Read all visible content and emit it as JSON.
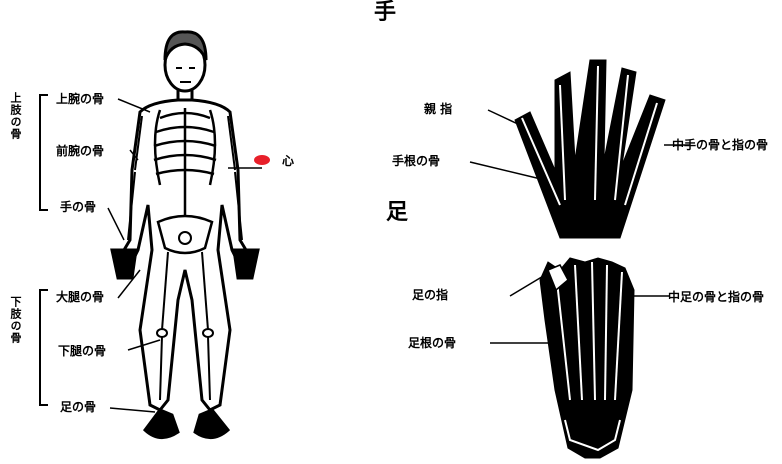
{
  "titles": {
    "hand": "手",
    "foot": "足"
  },
  "labels": {
    "upper_group": "上肢の骨",
    "lower_group": "下肢の骨",
    "upper_1": "上腕の骨",
    "upper_2": "前腕の骨",
    "upper_3": "手の骨",
    "lower_1": "大腿の骨",
    "lower_2": "下腿の骨",
    "lower_3": "足の骨",
    "heart": "心",
    "hand_1": "親 指",
    "hand_2": "手根の骨",
    "hand_3": "中手の骨と指の骨",
    "foot_1": "足の指",
    "foot_2": "足根の骨",
    "foot_3": "中足の骨と指の骨"
  },
  "colors": {
    "ink": "#000000",
    "highlight": "#e8202a"
  }
}
